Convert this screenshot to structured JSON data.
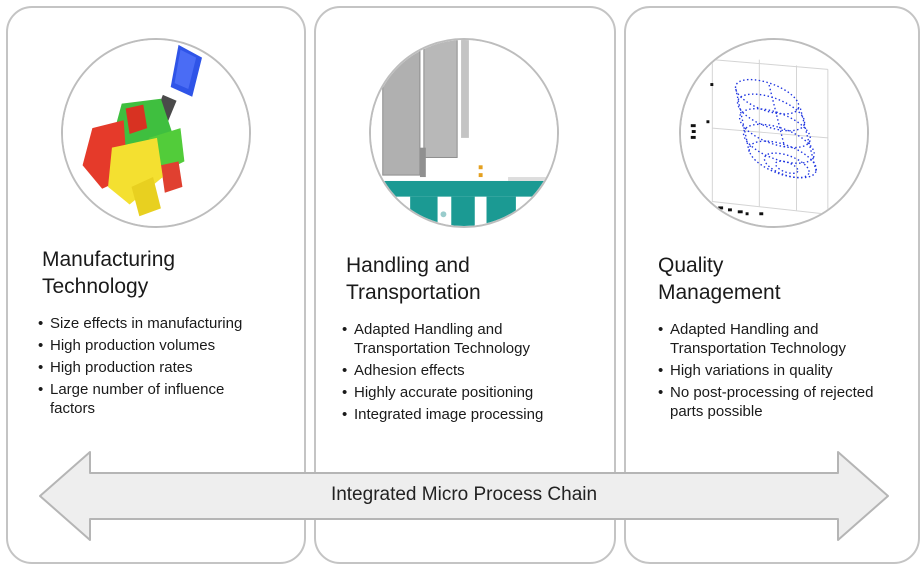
{
  "panels": [
    {
      "title_line1": "Manufacturing",
      "title_line2": "Technology",
      "bullets": [
        "Size effects in manufacturing",
        "High production volumes",
        "High production rates",
        "Large number of influence factors"
      ]
    },
    {
      "title_line1": "Handling and",
      "title_line2": "Transportation",
      "bullets": [
        "Adapted Handling and Transportation Technology",
        "Adhesion effects",
        "Highly accurate positioning",
        "Integrated image processing"
      ]
    },
    {
      "title_line1": "Quality",
      "title_line2": "Management",
      "bullets": [
        "Adapted Handling and Transportation Technology",
        "High variations in quality",
        "No post-processing of rejected parts possible"
      ]
    }
  ],
  "arrow": {
    "label": "Integrated Micro Process Chain"
  },
  "colors": {
    "panel_border": "#c4c4c4",
    "arrow_fill": "#eeeeee",
    "arrow_stroke": "#b5b5b5",
    "teal": "#1b9a93",
    "blue_cloud": "#1f35e0"
  }
}
